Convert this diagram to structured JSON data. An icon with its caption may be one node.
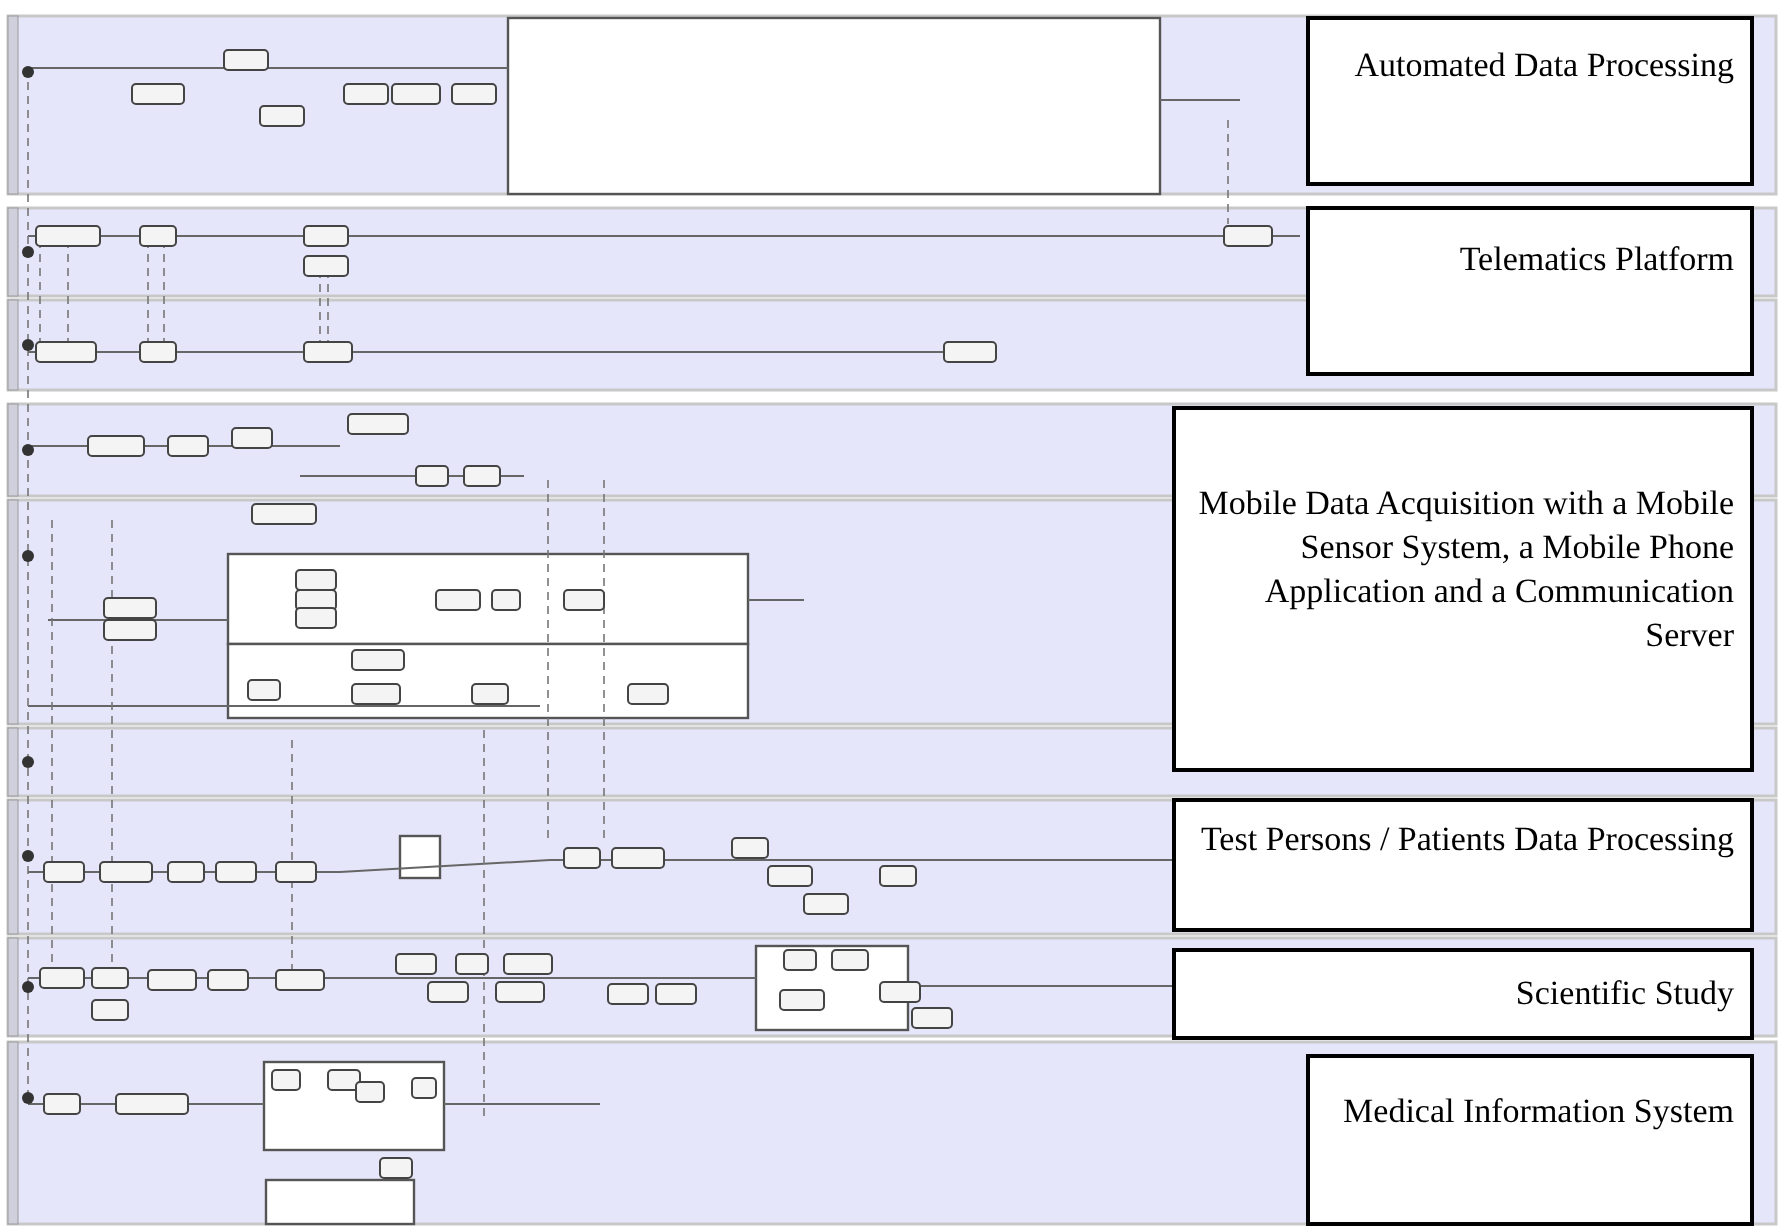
{
  "diagram": {
    "nodes": [
      {
        "text": [
          "Automated Data Processing"
        ]
      },
      {
        "text": [
          "Telematics Platform"
        ]
      },
      {
        "text": [
          "Mobile Data Acquisition with a Mobile Sensor System, a Mobile Phone Application and a Communication Server"
        ]
      },
      {
        "text": [
          "Test Persons / Patients Data Processing"
        ]
      },
      {
        "text": [
          "Scientific Study"
        ]
      },
      {
        "text": [
          "Medical Information System"
        ]
      }
    ]
  }
}
